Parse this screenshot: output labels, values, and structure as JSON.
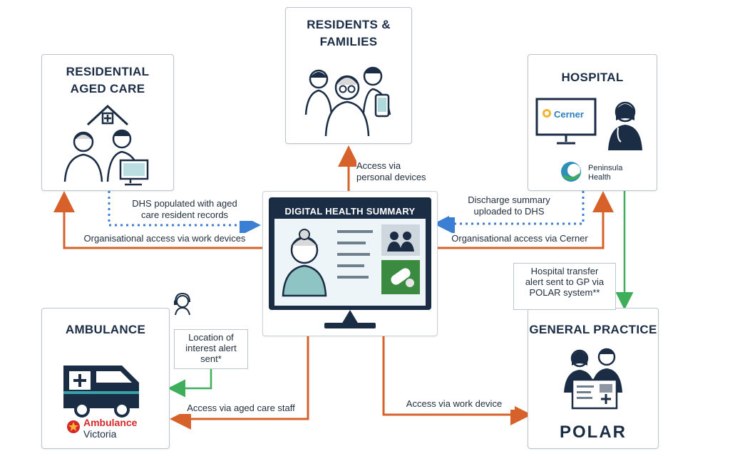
{
  "nodes": {
    "residential": {
      "title": "RESIDENTIAL\nAGED CARE"
    },
    "residents": {
      "title": "RESIDENTS &\nFAMILIES"
    },
    "hospital": {
      "title": "HOSPITAL",
      "cerner": "Cerner",
      "peninsula": "Peninsula\nHealth"
    },
    "dhs": {
      "title": "DIGITAL HEALTH SUMMARY"
    },
    "ambulance": {
      "title": "AMBULANCE",
      "logo_line1": "Ambulance",
      "logo_line2": "Victoria"
    },
    "gp": {
      "title": "GENERAL PRACTICE",
      "polar": "POLAR"
    }
  },
  "edges": {
    "personal_devices": "Access via\npersonal devices",
    "dhs_populated": "DHS populated with aged\ncare resident records",
    "org_work_devices": "Organisational access via work devices",
    "discharge_summary": "Discharge summary\nuploaded to DHS",
    "org_cerner": "Organisational access via Cerner",
    "hospital_transfer": "Hospital transfer\nalert sent to GP via\nPOLAR system**",
    "location_alert": "Location of\ninterest alert\nsent*",
    "aged_care_staff": "Access via aged care staff",
    "work_device": "Access via work device"
  },
  "colors": {
    "orange": "#d6612a",
    "blue_dotted": "#3b7fd4",
    "green": "#3fae5a",
    "navy": "#1b2d45",
    "teal": "#3aa0a8"
  }
}
